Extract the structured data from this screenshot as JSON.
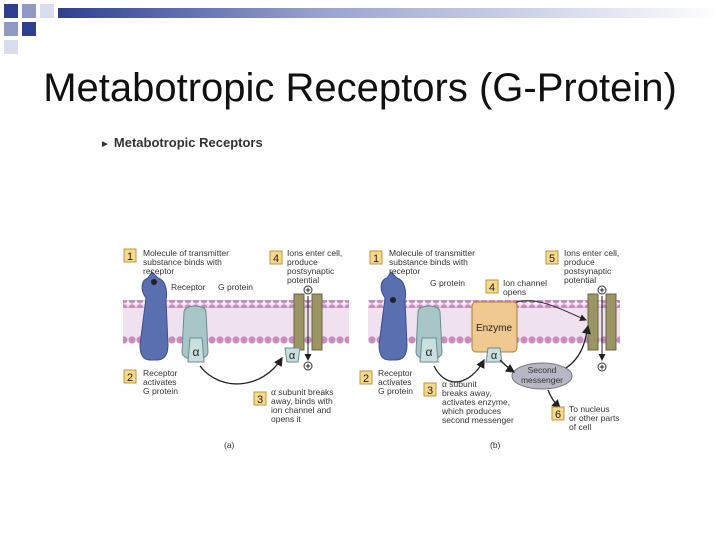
{
  "slide_title": "Metabotropic Receptors (G-Protein)",
  "figure": {
    "heading": "Metabotropic Receptors",
    "panel_a": {
      "caption": "(a)",
      "step1": {
        "num": "1",
        "lines": [
          "Molecule of transmitter",
          "substance binds with",
          "receptor"
        ]
      },
      "step2": {
        "num": "2",
        "lines": [
          "Receptor",
          "activates",
          "G protein"
        ]
      },
      "step3": {
        "num": "3",
        "lines": [
          "α subunit breaks",
          "away, binds with",
          "ion channel and",
          "opens it"
        ]
      },
      "step4": {
        "num": "4",
        "lines": [
          "Ions enter cell,",
          "produce",
          "postsynaptic",
          "potential"
        ]
      },
      "receptor_label": "Receptor",
      "gprotein_label": "G protein",
      "alpha": "α"
    },
    "panel_b": {
      "caption": "(b)",
      "step1": {
        "num": "1",
        "lines": [
          "Molecule of transmitter",
          "substance binds with",
          "receptor"
        ]
      },
      "step2": {
        "num": "2",
        "lines": [
          "Receptor",
          "activates",
          "G protein"
        ]
      },
      "step3": {
        "num": "3",
        "lines": [
          "α subunit",
          "breaks away,",
          "activates enzyme,",
          "which produces",
          "second messenger"
        ]
      },
      "step4": {
        "num": "4",
        "lines": [
          "Ion channel",
          "opens"
        ]
      },
      "step5": {
        "num": "5",
        "lines": [
          "Ions enter cell,",
          "produce",
          "postsynaptic",
          "potential"
        ]
      },
      "step6": {
        "num": "6",
        "lines": [
          "To nucleus",
          "or other parts",
          "of cell"
        ]
      },
      "gprotein_label": "G protein",
      "enzyme_label": "Enzyme",
      "messenger_lines": [
        "Second",
        "messenger"
      ],
      "alpha": "α"
    },
    "plus": "+",
    "colors": {
      "membrane_head": "#c98bc0",
      "membrane_tail": "#efe2ee",
      "receptor": "#5a6fb0",
      "gprotein": "#a8c5c7",
      "enzyme": "#efc98f",
      "channel": "#9b9464",
      "step_box": "#f7d98a"
    }
  }
}
